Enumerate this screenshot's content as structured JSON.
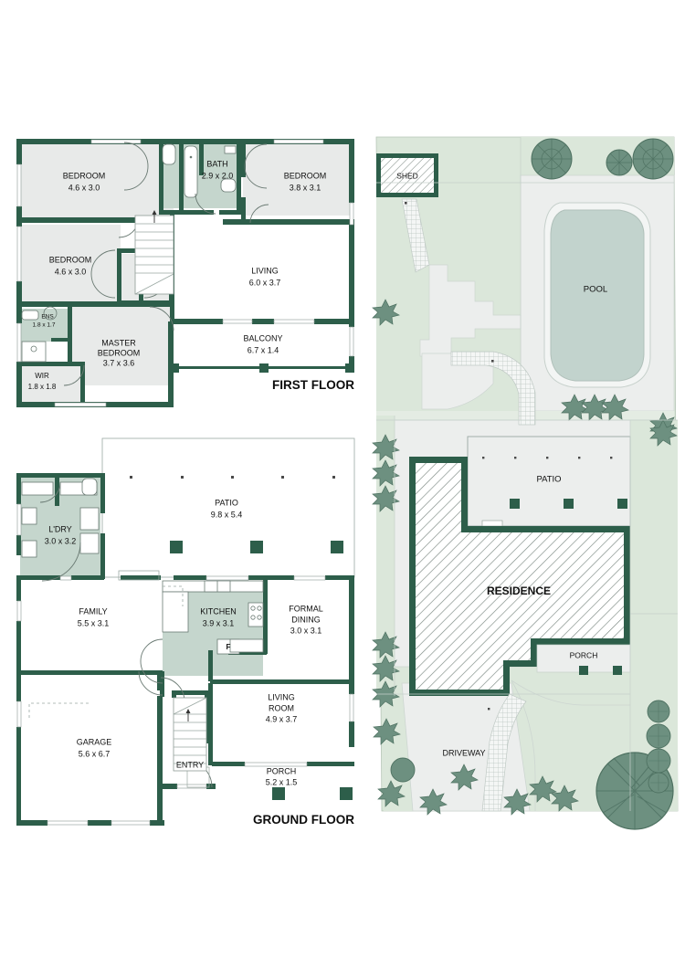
{
  "document": {
    "type": "real-estate-floorplan",
    "colors": {
      "wall": "#2d5e4a",
      "room_fill": "#e8eae9",
      "wet_area_fill": "#c5d6cd",
      "lawn": "#dbe7da",
      "paving": "#eceeed",
      "pool_water": "#c2d3cd",
      "plant": "#6d9080",
      "tree": "#5d8773",
      "text": "#111111",
      "page_background": "#ffffff"
    }
  },
  "first_floor": {
    "title": "FIRST FLOOR",
    "rooms": [
      {
        "name": "BEDROOM",
        "dims": "4.6 x 3.0",
        "id": "bedroom-1"
      },
      {
        "name": "BEDROOM",
        "dims": "4.6 x 3.0",
        "id": "bedroom-2"
      },
      {
        "name": "BEDROOM",
        "dims": "3.8 x 3.1",
        "id": "bedroom-3"
      },
      {
        "name": "BATH",
        "dims": "2.9 x 2.0",
        "id": "bath"
      },
      {
        "name": "LIVING",
        "dims": "6.0 x 3.7",
        "id": "living"
      },
      {
        "name": "BALCONY",
        "dims": "6.7 x 1.4",
        "id": "balcony"
      },
      {
        "name": "MASTER BEDROOM",
        "name_line1": "MASTER",
        "name_line2": "BEDROOM",
        "dims": "3.7 x 3.6",
        "id": "master-bedroom"
      },
      {
        "name": "ENS",
        "dims": "1.8 x 1.7",
        "id": "ensuite"
      },
      {
        "name": "WIR",
        "dims": "1.8 x 1.8",
        "id": "walk-in-robe"
      }
    ]
  },
  "ground_floor": {
    "title": "GROUND FLOOR",
    "rooms": [
      {
        "name": "PATIO",
        "dims": "9.8 x 5.4",
        "id": "patio"
      },
      {
        "name": "L'DRY",
        "dims": "3.0 x 3.2",
        "id": "laundry"
      },
      {
        "name": "FAMILY",
        "dims": "5.5 x 3.1",
        "id": "family"
      },
      {
        "name": "KITCHEN",
        "dims": "3.9 x 3.1",
        "id": "kitchen"
      },
      {
        "name": "FORMAL DINING",
        "name_line1": "FORMAL",
        "name_line2": "DINING",
        "dims": "3.0 x 3.1",
        "id": "formal-dining"
      },
      {
        "name": "LIVING ROOM",
        "name_line1": "LIVING",
        "name_line2": "ROOM",
        "dims": "4.9 x 3.7",
        "id": "living-room"
      },
      {
        "name": "GARAGE",
        "dims": "5.6 x 6.7",
        "id": "garage"
      },
      {
        "name": "ENTRY",
        "dims": "",
        "id": "entry"
      },
      {
        "name": "PORCH",
        "dims": "5.2 x 1.5",
        "id": "porch"
      }
    ],
    "fixtures": [
      {
        "label": "F",
        "id": "fridge-marker"
      }
    ]
  },
  "site_plan": {
    "labels": [
      {
        "name": "SHED",
        "id": "shed"
      },
      {
        "name": "POOL",
        "id": "pool"
      },
      {
        "name": "PATIO",
        "id": "site-patio"
      },
      {
        "name": "RESIDENCE",
        "id": "residence"
      },
      {
        "name": "PORCH",
        "id": "site-porch"
      },
      {
        "name": "DRIVEWAY",
        "id": "driveway"
      }
    ]
  }
}
